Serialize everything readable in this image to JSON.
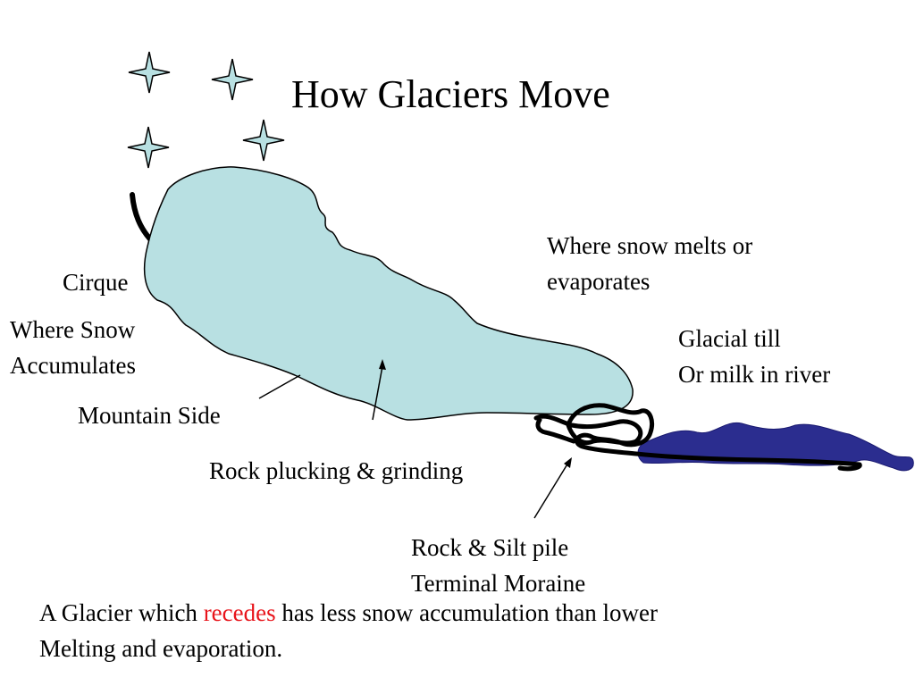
{
  "title": "How Glaciers Move",
  "labels": {
    "cirque": "Cirque",
    "accumulation": [
      "Where Snow",
      "Accumulates"
    ],
    "mountain_side": "Mountain Side",
    "plucking": "Rock plucking & grinding",
    "melt": [
      "Where snow melts or",
      "evaporates"
    ],
    "till": [
      "Glacial till",
      "Or milk in river"
    ],
    "moraine": [
      "Rock & Silt pile",
      "Terminal Moraine"
    ]
  },
  "footer": {
    "before": "A Glacier which ",
    "highlight": "recedes",
    "after": " has less snow accumulation than lower",
    "line2": "Melting and evaporation."
  },
  "colors": {
    "glacier": "#b8e0e2",
    "water": "#2b2d8f",
    "star": "#b8e0e2",
    "highlight": "#e8141b"
  }
}
